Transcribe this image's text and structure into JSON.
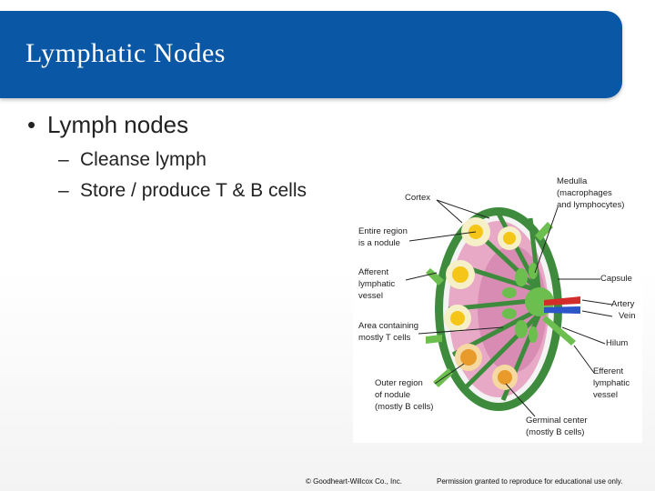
{
  "slide": {
    "title": "Lymphatic Nodes",
    "bullets": [
      {
        "text": "Lymph nodes",
        "level": 1,
        "marker": "•"
      },
      {
        "text": "Cleanse lymph",
        "level": 2,
        "marker": "–"
      },
      {
        "text": "Store / produce T & B cells",
        "level": 2,
        "marker": "–"
      }
    ]
  },
  "diagram": {
    "labels": {
      "medulla": [
        "Medulla",
        "(macrophages",
        "and lymphocytes)"
      ],
      "cortex": [
        "Cortex"
      ],
      "entire_region": [
        "Entire region",
        "is a nodule"
      ],
      "afferent": [
        "Afferent",
        "lymphatic",
        "vessel"
      ],
      "capsule": [
        "Capsule"
      ],
      "artery": [
        "Artery"
      ],
      "vein": [
        "Vein"
      ],
      "area_t_cells": [
        "Area containing",
        "mostly T cells"
      ],
      "hilum": [
        "Hilum"
      ],
      "efferent": [
        "Efferent",
        "lymphatic",
        "vessel"
      ],
      "outer_region": [
        "Outer region",
        "of nodule",
        "(mostly B cells)"
      ],
      "germinal_center": [
        "Germinal center",
        "(mostly B cells)"
      ]
    },
    "colors": {
      "capsule": "#3e8b3e",
      "cortex": "#e8a9c6",
      "medulla": "#6cbf4f",
      "germinal_center": "#f5c518",
      "artery": "#d42b2b",
      "vein": "#2b55c9"
    }
  },
  "footer": {
    "copyright": "© Goodheart-Willcox Co., Inc.",
    "permission": "Permission granted to reproduce for educational use only."
  }
}
